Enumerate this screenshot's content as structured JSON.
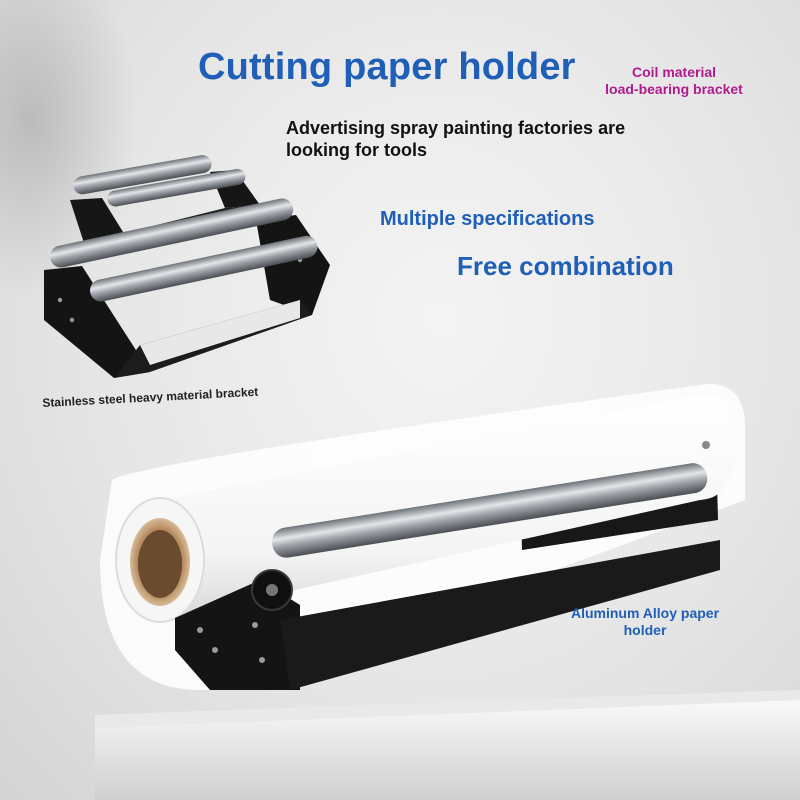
{
  "header": {
    "title": "Cutting paper holder",
    "corner_label_line1": "Coil material",
    "corner_label_line2": "load-bearing bracket"
  },
  "subtitle": "Advertising spray painting factories are looking for tools",
  "features": {
    "specifications": "Multiple specifications",
    "combination": "Free combination"
  },
  "captions": {
    "steel_bracket": "Stainless steel heavy material bracket",
    "aluminum_holder_line1": "Aluminum Alloy paper",
    "aluminum_holder_line2": "holder"
  },
  "colors": {
    "title_blue": "#1f5fb8",
    "corner_magenta": "#b01a8e",
    "bracket_black": "#161616",
    "roller_steel": "#a9adb2",
    "paper_white": "#fafafa",
    "core_kraft": "#b48a5e"
  }
}
